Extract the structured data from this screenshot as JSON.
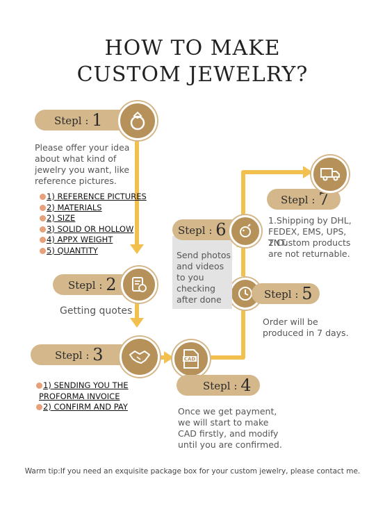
{
  "title": {
    "line1": "HOW TO MAKE",
    "line2": "CUSTOM JEWELRY?"
  },
  "steps": {
    "s1": {
      "label": "Stepl :",
      "num": "1",
      "desc": "Please offer your idea about what kind of jewelry you want, like reference pictures.",
      "items": [
        {
          "marker": "1)",
          "text": "REFERENCE PICTURES"
        },
        {
          "marker": "2)",
          "text": "MATERIALS"
        },
        {
          "marker": "2)",
          "text": "SIZE"
        },
        {
          "marker": "3)",
          "text": "SOLID OR HOLLOW"
        },
        {
          "marker": "4)",
          "text": "APPX WEIGHT"
        },
        {
          "marker": "5)",
          "text": "QUANTITY"
        }
      ]
    },
    "s2": {
      "label": "Stepl :",
      "num": "2",
      "desc": "Getting quotes"
    },
    "s3": {
      "label": "Stepl :",
      "num": "3",
      "items": [
        {
          "marker": "1)",
          "text": "SENDING YOU THE"
        },
        {
          "marker": "",
          "text": "PROFORMA INVOICE"
        },
        {
          "marker": "2)",
          "text": "CONFIRM AND PAY"
        }
      ]
    },
    "s4": {
      "label": "Stepl :",
      "num": "4",
      "desc": "Once we get payment, we will start to make CAD firstly, and modify until you are confirmed.",
      "icon_text": "CAD"
    },
    "s5": {
      "label": "Stepl :",
      "num": "5",
      "desc": "Order will be produced in 7 days."
    },
    "s6": {
      "label": "Stepl :",
      "num": "6",
      "desc": "Send photos and videos to you checking after done"
    },
    "s7": {
      "label": "Stepl :",
      "num": "7",
      "desc1": "1.Shipping by DHL, FEDEX, EMS, UPS, TNT.",
      "desc2": "2.Custom products are not returnable."
    }
  },
  "tip": "Warm tip:If you need an exquisite package box for your custom jewelry, please contact me.",
  "colors": {
    "gold": "#d4b78a",
    "dark_gold": "#b6925a",
    "arrow": "#f2c04e",
    "bullet": "#e7a07a"
  },
  "icons": [
    "ring-icon",
    "invoice-icon",
    "handshake-icon",
    "cad-file-icon",
    "clock-icon",
    "camera-icon",
    "truck-icon"
  ]
}
